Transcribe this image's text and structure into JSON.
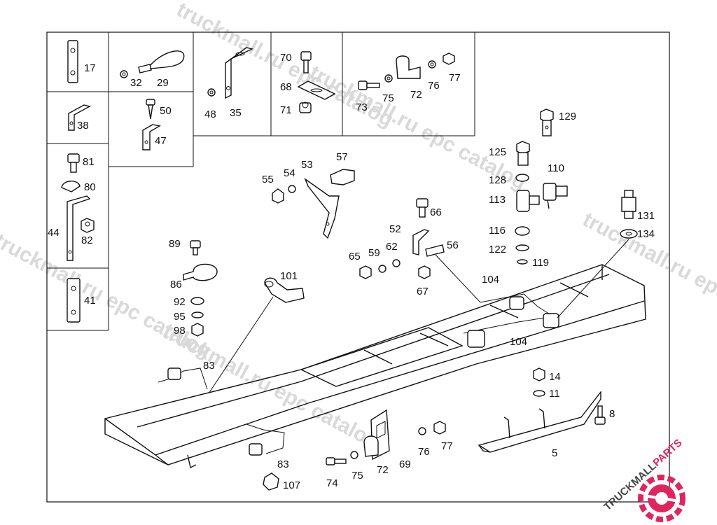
{
  "diagram": {
    "labels": {
      "p17": "17",
      "p32": "32",
      "p29": "29",
      "p48": "48",
      "p35": "35",
      "p70": "70",
      "p68": "68",
      "p71": "71",
      "p73": "73",
      "p75a": "75",
      "p72a": "72",
      "p76a": "76",
      "p77a": "77",
      "p38": "38",
      "p50": "50",
      "p47": "47",
      "p81": "81",
      "p80": "80",
      "p44": "44",
      "p82": "82",
      "p41": "41",
      "p129": "129",
      "p125": "125",
      "p128": "128",
      "p110": "110",
      "p113": "113",
      "p116": "116",
      "p122": "122",
      "p119": "119",
      "p131": "131",
      "p134": "134",
      "p55": "55",
      "p54": "54",
      "p53": "53",
      "p57": "57",
      "p66": "66",
      "p52": "52",
      "p56": "56",
      "p65": "65",
      "p59": "59",
      "p62": "62",
      "p67": "67",
      "p89": "89",
      "p86": "86",
      "p92": "92",
      "p95": "95",
      "p98": "98",
      "p101": "101",
      "p104a": "104",
      "p104b": "104",
      "p83a": "83",
      "p83b": "83",
      "p14": "14",
      "p11": "11",
      "p8": "8",
      "p5": "5",
      "p76b": "76",
      "p77b": "77",
      "p69": "69",
      "p72b": "72",
      "p74": "74",
      "p75b": "75",
      "p107": "107"
    }
  },
  "watermark": {
    "texts": [
      "truckmall.ru epc catalog",
      "truckmall.ru epc catalog",
      "truckmall.ru epc catalog",
      "truckmall.ru epc catalog",
      "truckmall.ru epc catalog"
    ]
  },
  "logo": {
    "wordmark_a": "TRUCKMALL",
    "wordmark_b": "PARTS",
    "accent": "#e0245e",
    "ink": "#444444"
  }
}
